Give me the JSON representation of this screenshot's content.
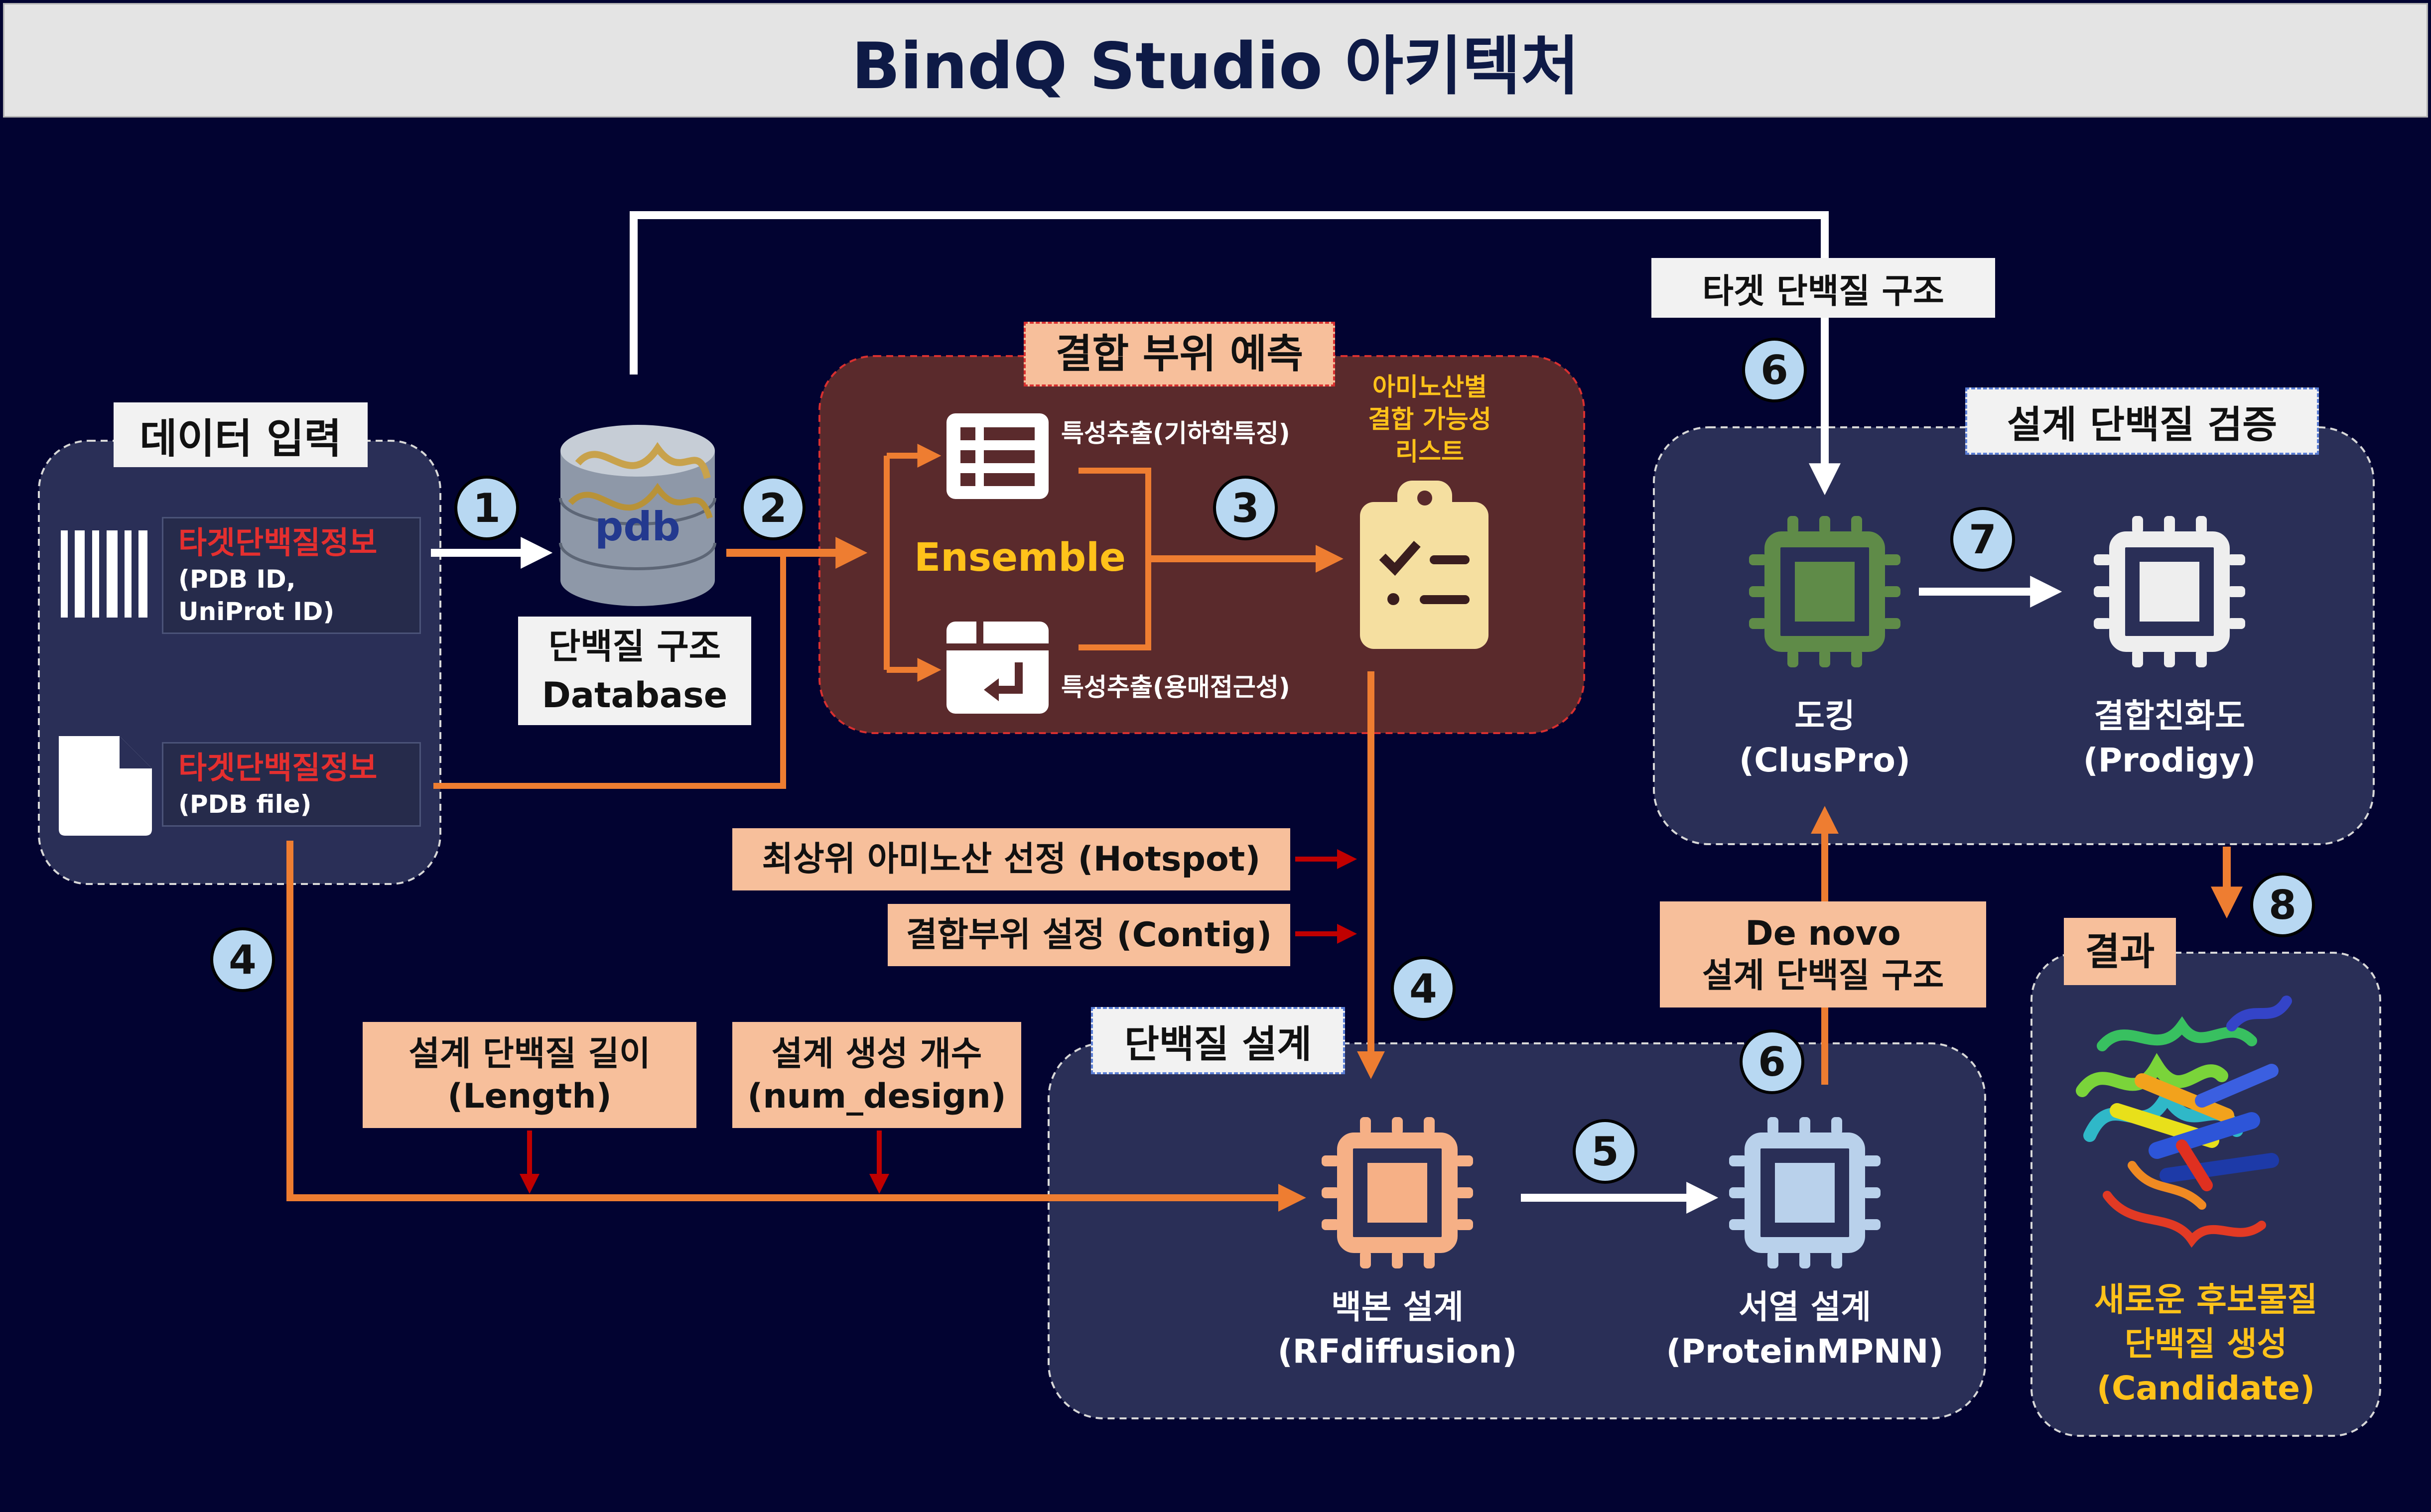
{
  "title": "BindQ Studio 아키텍처",
  "input_section": {
    "header": "데이터 입력",
    "items": [
      {
        "icon": "barcode-icon",
        "title": "타겟단백질정보",
        "lines": [
          "(PDB ID,",
          "UniProt ID)"
        ]
      },
      {
        "icon": "file-icon",
        "title": "타겟단백질정보",
        "lines": [
          "(PDB file)"
        ]
      }
    ]
  },
  "database": {
    "icon": "pdb-database-icon",
    "icon_text": "pdb",
    "lines": [
      "단백질 구조",
      "Database"
    ]
  },
  "binding_prediction": {
    "header": "결합 부위 예측",
    "ensemble_label": "Ensemble",
    "features": [
      {
        "icon": "table-list-icon",
        "label": "특성추출(기하학특징)"
      },
      {
        "icon": "solvent-access-icon",
        "label": "특성추출(용매접근성)"
      }
    ],
    "output_lines": [
      "아미노산별",
      "결합 가능성",
      "리스트"
    ],
    "output_icon": "clipboard-checklist-icon"
  },
  "params": {
    "hotspot": "최상위 아미노산 선정 (Hotspot)",
    "contig": "결합부위 설정 (Contig)",
    "length": [
      "설계 단백질 길이",
      "(Length)"
    ],
    "num_design": [
      "설계 생성 개수",
      "(num_design)"
    ]
  },
  "target_structure_label": "타겟 단백질 구조",
  "de_novo_label": [
    "De novo",
    "설계 단백질 구조"
  ],
  "design_section": {
    "header": "단백질 설계",
    "backbone": [
      "백본 설계",
      "(RFdiffusion)"
    ],
    "sequence": [
      "서열 설계",
      "(ProteinMPNN)"
    ]
  },
  "validation_section": {
    "header": "설계 단백질 검증",
    "docking": [
      "도킹",
      "(ClusPro)"
    ],
    "affinity": [
      "결합친화도",
      "(Prodigy)"
    ]
  },
  "result_section": {
    "header": "결과",
    "lines": [
      "새로운 후보물질",
      "단백질 생성",
      "(Candidate)"
    ]
  },
  "step_numbers": [
    "1",
    "2",
    "3",
    "4",
    "4",
    "5",
    "6",
    "6",
    "7",
    "8"
  ],
  "colors": {
    "background": "#020331",
    "orange_arrow": "#ee7d31",
    "red_arrow": "#c00000",
    "peach_label": "#f7bf9b",
    "step_circle": "#b8d8f2",
    "yellow_text": "#ffc21a",
    "red_text": "#e52f2f"
  }
}
